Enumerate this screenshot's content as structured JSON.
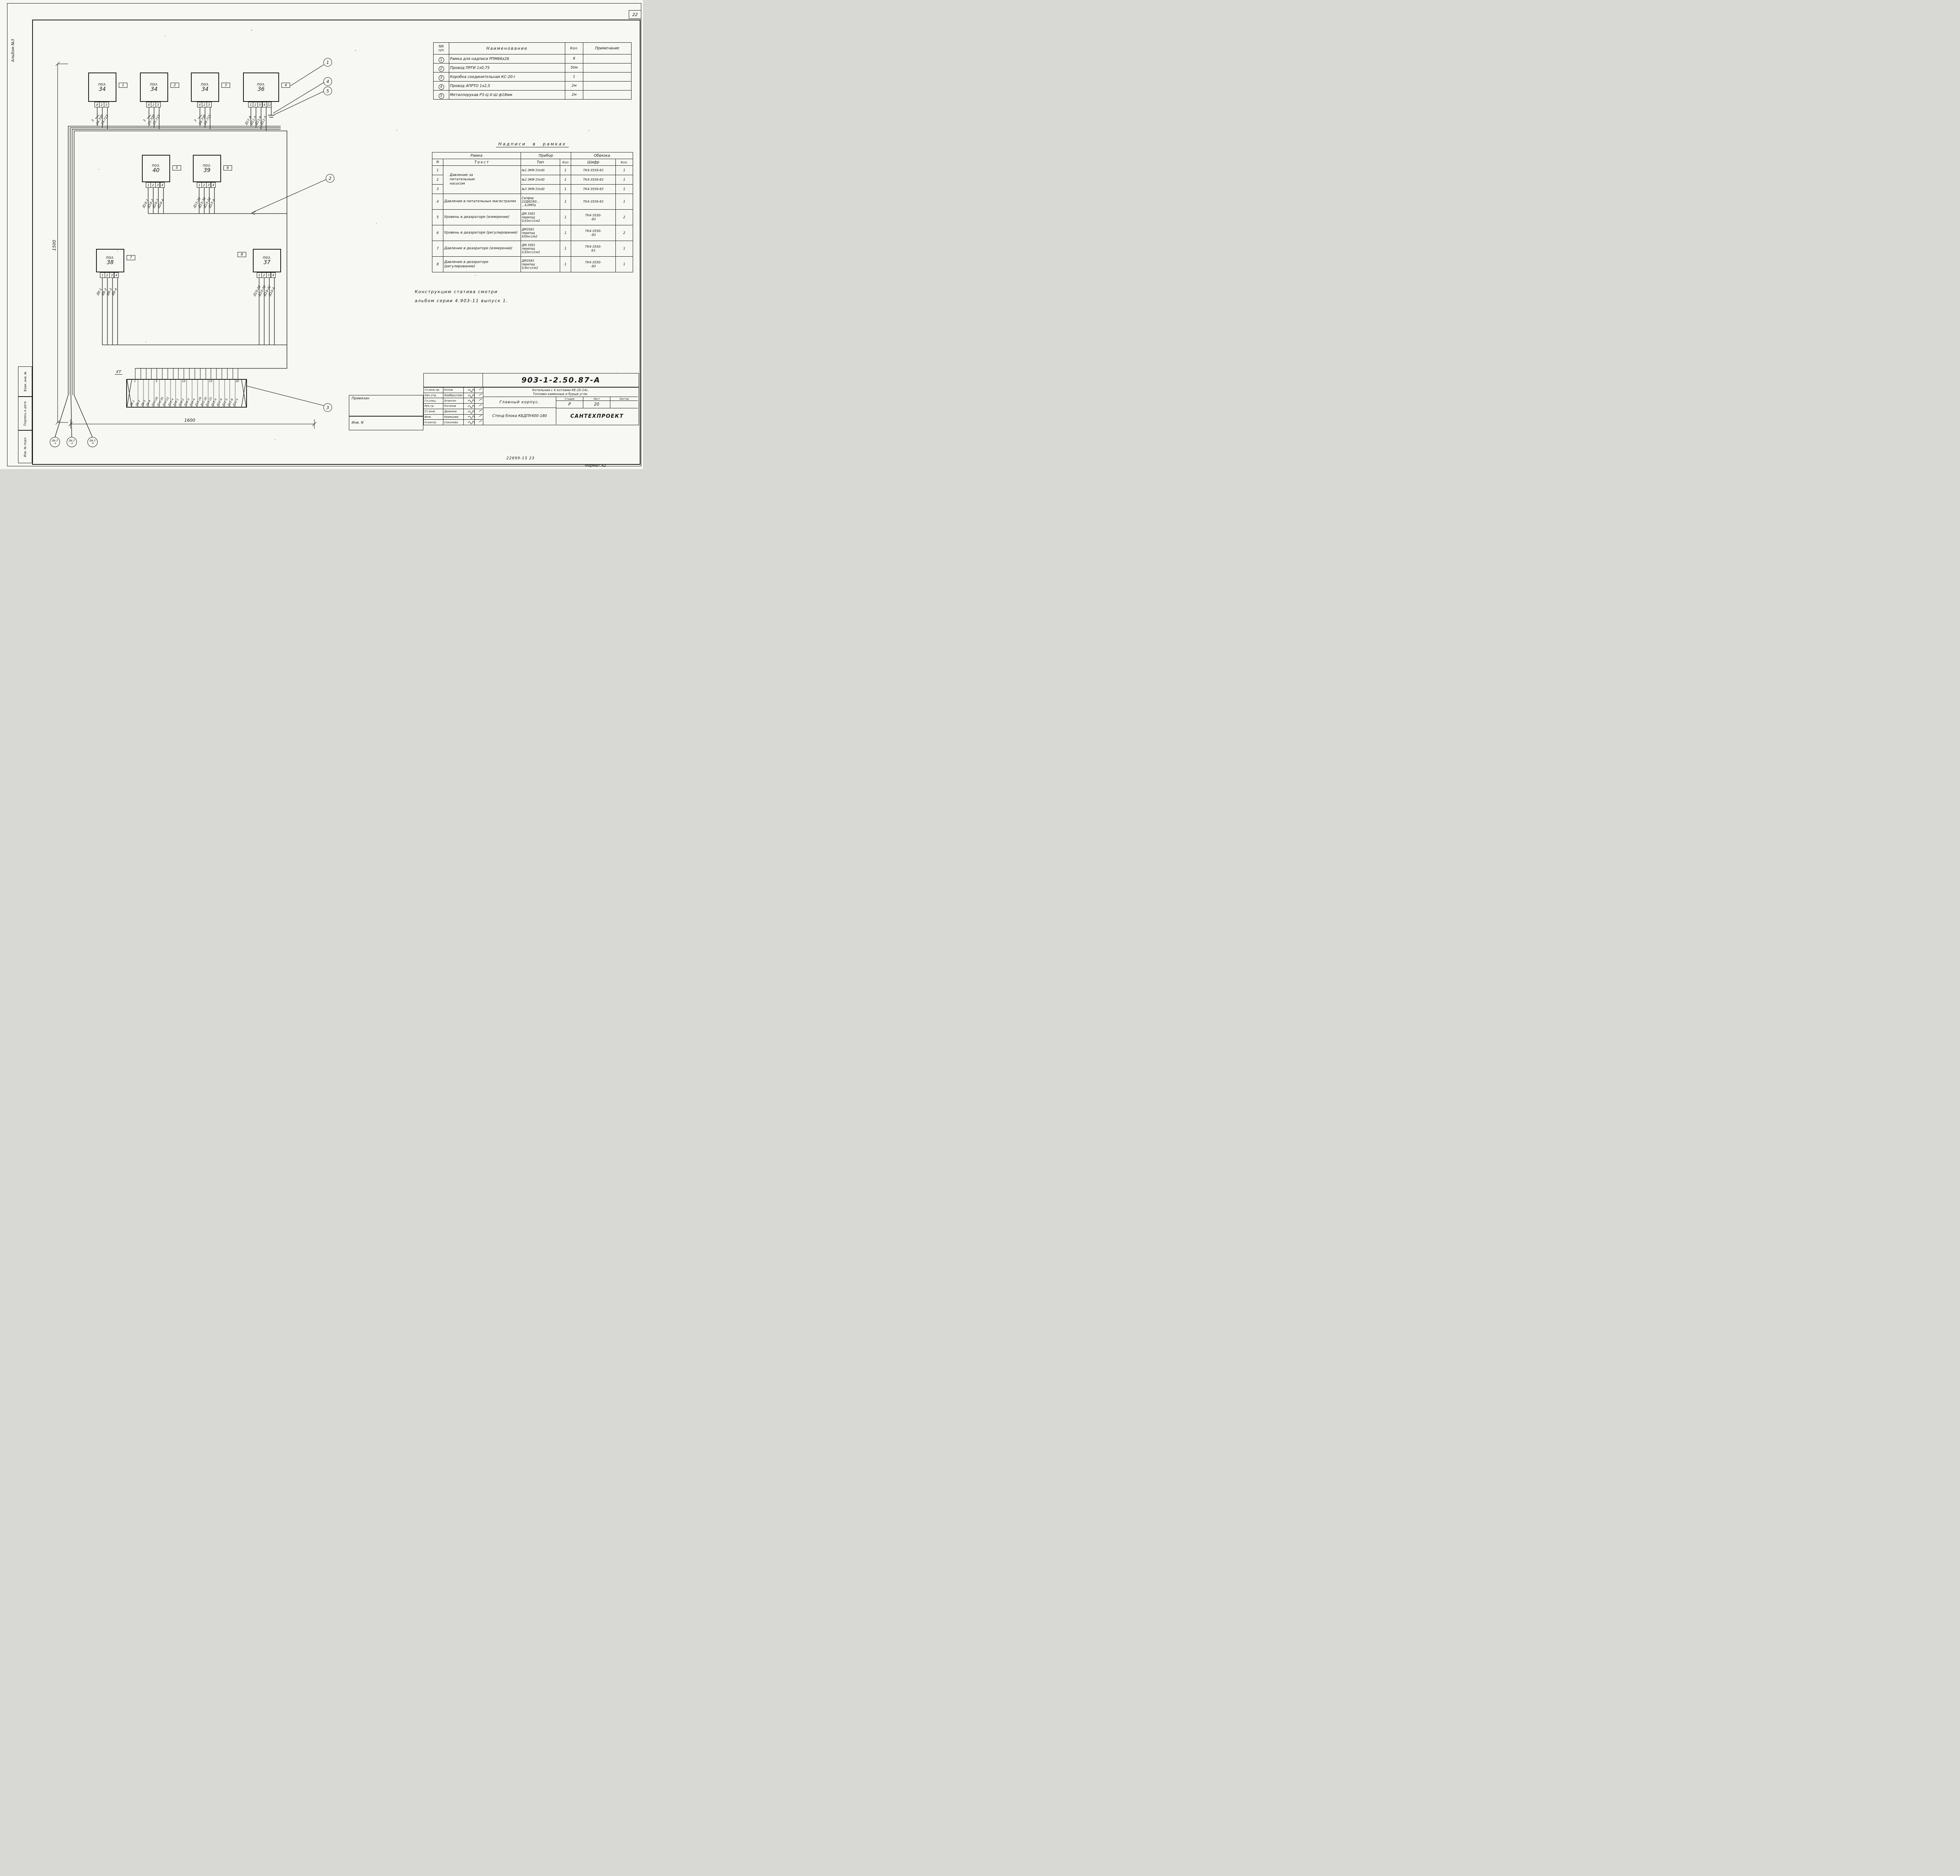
{
  "page": {
    "sheet_number": "22",
    "album_label": "Альбом №3",
    "format_label": "Формат А2",
    "stamp_number": "22699-15   23",
    "side_labels": [
      "Взам. инв. №",
      "Подпись и дата",
      "Инв. № подл."
    ]
  },
  "callouts": [
    "1",
    "4",
    "5",
    "2",
    "3"
  ],
  "dims": {
    "vertical": "1500",
    "horizontal": "1600"
  },
  "diagram": {
    "boxes": [
      {
        "pos": "поз.",
        "num": "34",
        "frame": "1",
        "terminals": [
          "4",
          "2",
          "3"
        ],
        "wires": [
          "3",
          "14-709",
          "14-715"
        ]
      },
      {
        "pos": "поз.",
        "num": "34",
        "frame": "2",
        "terminals": [
          "4",
          "2",
          "3"
        ],
        "wires": [
          "3",
          "15-709",
          "15-715"
        ]
      },
      {
        "pos": "поз.",
        "num": "34",
        "frame": "3",
        "terminals": [
          "4",
          "2",
          "3"
        ],
        "wires": [
          "3",
          "16-709",
          "16-715"
        ]
      },
      {
        "pos": "поз.",
        "num": "36",
        "frame": "4",
        "terminals": [
          "1",
          "2",
          "5",
          "6",
          "12"
        ],
        "wires": [
          "Д11-А",
          "Д11-5",
          "Д11-6",
          "Д11-5"
        ]
      },
      {
        "pos": "поз.",
        "num": "40",
        "frame": "5",
        "terminals": [
          "1",
          "2",
          "3",
          "4"
        ],
        "wires": [
          "Д16-1",
          "Д16-2",
          "Д16-3",
          "Д16-4"
        ]
      },
      {
        "pos": "поз.",
        "num": "39",
        "frame": "6",
        "terminals": [
          "1",
          "2",
          "3",
          "4"
        ],
        "wires": [
          "Д15-28",
          "Д15-30",
          "Д15-22",
          "Д15-4"
        ]
      },
      {
        "pos": "поз.",
        "num": "38",
        "frame": "7",
        "terminals": [
          "1",
          "2",
          "3",
          "4"
        ],
        "wires": [
          "Д6-1",
          "Д6-2",
          "Д6-3",
          "Д6-4"
        ]
      },
      {
        "pos": "поз.",
        "num": "37",
        "frame": "8",
        "terminals": [
          "1",
          "2",
          "3",
          "4"
        ],
        "wires": [
          "Д10-28",
          "Д10-30",
          "Д10-22",
          "Д10-4"
        ]
      }
    ],
    "xt": {
      "label": "ХТ",
      "numbers": [
        "1",
        "5",
        "10",
        "15",
        "20"
      ],
      "wires": [
        "Д6-1",
        "Д6-2",
        "Д6-3",
        "Д6-4",
        "Д10-28",
        "Д10-30",
        "Д10-22",
        "Д10-4",
        "Д16-1",
        "Д16-2",
        "Д16-3",
        "Д16-4",
        "Д15-28",
        "Д15-30",
        "Д15-22",
        "Д15-4",
        "Д11-А",
        "Д11-5",
        "Д11-6",
        "Д11-5"
      ]
    },
    "motors": [
      [
        "Дв.3",
        "-1"
      ],
      [
        "Дв.3",
        "-2"
      ],
      [
        "Дв.3",
        "-5"
      ]
    ]
  },
  "parts_table": {
    "headers": {
      "num": "NN\nп/п",
      "name": "Наименование",
      "qty": "Кол.",
      "note": "Примечание"
    },
    "rows": [
      {
        "num": "1",
        "name": "Рамка для надписи РПМ66х26",
        "qty": "8",
        "note": ""
      },
      {
        "num": "2",
        "name": "Провод ПРГИ 1х0,75",
        "qty": "50м",
        "note": ""
      },
      {
        "num": "3",
        "name": "Коробка соединительная КС-20-I",
        "qty": "1",
        "note": ""
      },
      {
        "num": "4",
        "name": "Провод АПРТО 1х2,5",
        "qty": "2м",
        "note": ""
      },
      {
        "num": "5",
        "name": "Металлорукав Р3-Ц-Х-Ш ф18мм",
        "qty": "2м",
        "note": ""
      }
    ]
  },
  "labels_table": {
    "title": "Надписи в рамках",
    "group_headers": [
      "Рамка",
      "Прибор",
      "Обвязка"
    ],
    "col_headers": [
      "N",
      "Текст",
      "Тип",
      "Кол",
      "Шифр",
      "Кол."
    ],
    "merged_text": "Давление за\nпитательным\nнасосом",
    "rows": [
      {
        "n": "1",
        "type": "№1 ЭКМ-1Ух40",
        "tqty": "1",
        "code": "ТК4-3559-83",
        "cqty": "1"
      },
      {
        "n": "2",
        "type": "№2 ЭКМ-1Ух40",
        "tqty": "1",
        "code": "ТК4-3559-83",
        "cqty": "1"
      },
      {
        "n": "3",
        "type": "№3 ЭКМ-1Ух40",
        "tqty": "1",
        "code": "ТК4-3559-83",
        "cqty": "1"
      },
      {
        "n": "4",
        "text": "Давление в питательных магистралях",
        "type": "Сапфир\n22ДИ2/60...\n...4,0МПа",
        "tqty": "1",
        "code": "ТК4-3559-83",
        "cqty": "1"
      },
      {
        "n": "5",
        "text": "Уровень в деаэраторе (измерение)",
        "type": "ДМ 3583\nперепад\n0,63кгс/см2",
        "tqty": "1",
        "code": "ТК4-3550-\n-83",
        "cqty": "2"
      },
      {
        "n": "6",
        "text": "Уровень в деаэраторе (регулирование)",
        "type": "ДМ3583\nперепад\n630кгс/м2",
        "tqty": "1",
        "code": "ТК4-3550-\n-83",
        "cqty": "2"
      },
      {
        "n": "7",
        "text": "Давление в деаэраторе (измерение)",
        "type": "ДМ 3583\nперепад\n0,63кгс/см2",
        "tqty": "1",
        "code": "ТК4-3550-\n83",
        "cqty": "1"
      },
      {
        "n": "8",
        "text": "Давление в деаэраторе (регулирование)",
        "type": "ДМ3583\nперепад\n0,9кгс/см2",
        "tqty": "1",
        "code": "ТК4-3550-\n-83",
        "cqty": "1"
      }
    ]
  },
  "note": {
    "line1": "Конструкцию статива смотри",
    "line2": "альбом серии 4.903-11 выпуск 1."
  },
  "title_block": {
    "designation": "903-1-2.50.87-А",
    "project_line1": "Котельная с 4 котлами КЕ-25-14с.",
    "project_line2": "Топливо-каменные и бурые угли.",
    "object": "Главный корпус.",
    "sheet_title": "Стенд блока КБДПУ400-180",
    "organization": "САНТЕХПРОЕКТ",
    "stage_headers": [
      "Стадия",
      "Лист",
      "Листов"
    ],
    "stage": "Р",
    "sheet_no": "20",
    "sheets_total": "",
    "binding_label": "Привязан",
    "inv_label": "Инв. N",
    "signers": [
      {
        "role": "Гл.инж.пр.",
        "name": "Колов"
      },
      {
        "role": "Нач.отд.",
        "name": "Файбрштейн"
      },
      {
        "role": "Гл.спец.",
        "name": "Этинген"
      },
      {
        "role": "Рук.гр.",
        "name": "Коганов"
      },
      {
        "role": "Ст.инж.",
        "name": "Дрякина"
      },
      {
        "role": "Инж.",
        "name": "Крамцова"
      },
      {
        "role": "Н.контр.",
        "name": "Соколова"
      }
    ]
  }
}
